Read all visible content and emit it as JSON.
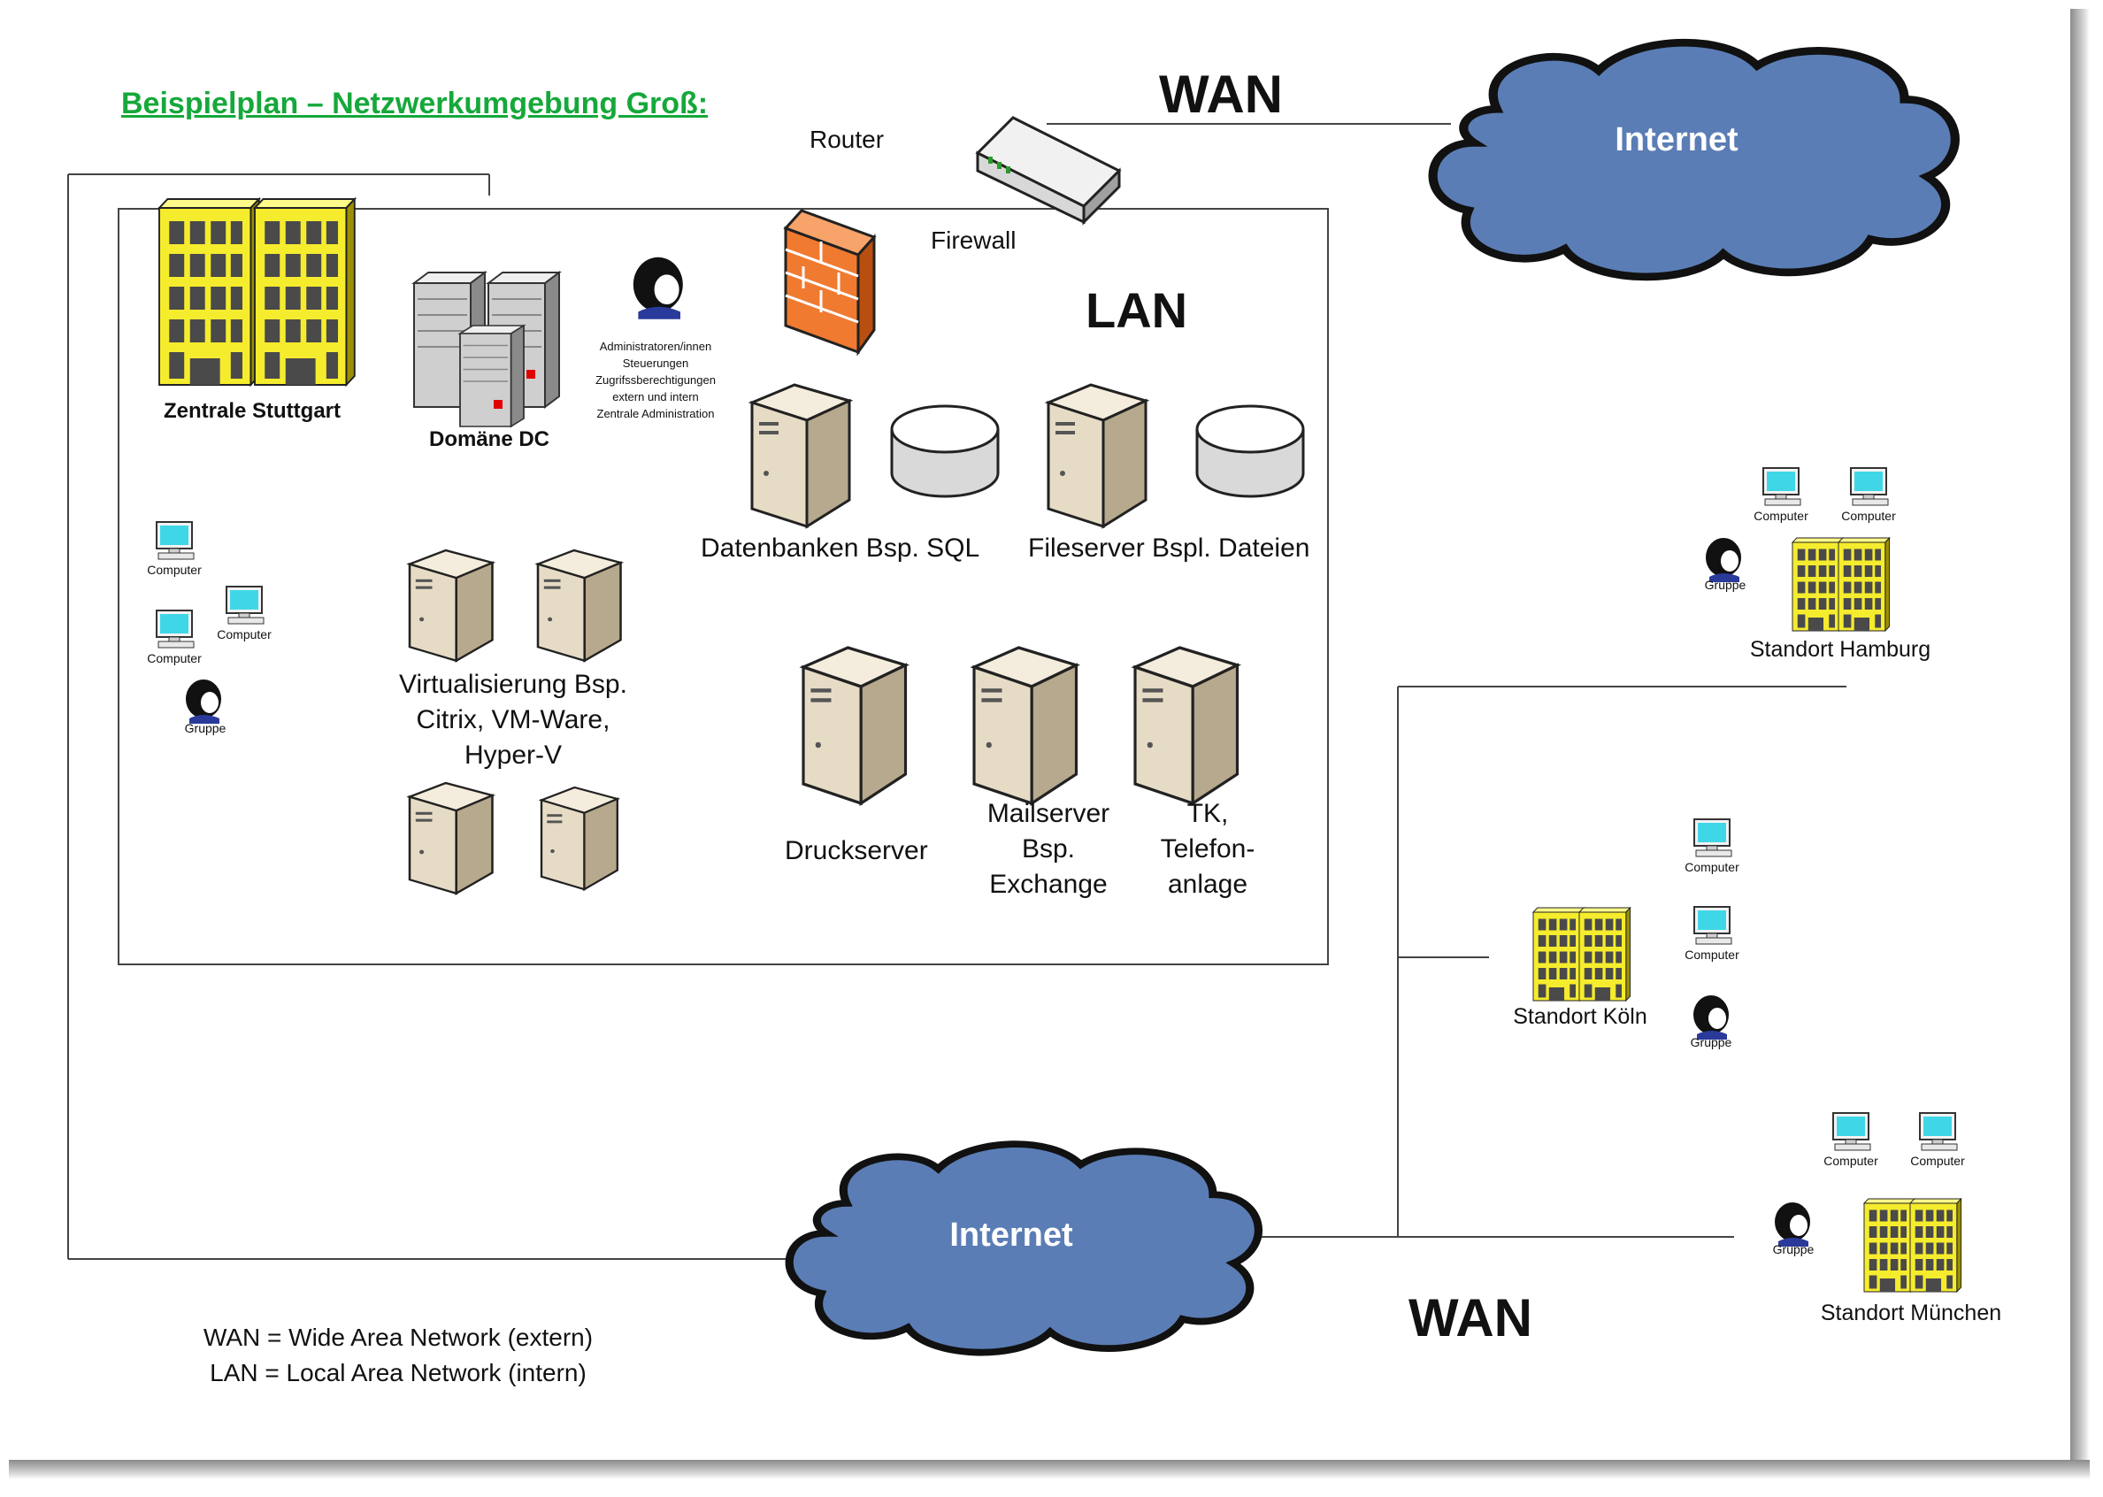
{
  "title": "Beispielplan – Netzwerkumgebung Groß:",
  "wan_label": "WAN",
  "lan_label": "LAN",
  "cloud_label": "Internet",
  "router_label": "Router",
  "firewall_label": "Firewall",
  "headquarters": {
    "label": "Zentrale Stuttgart"
  },
  "domain_controller": {
    "label": "Domäne DC"
  },
  "admin": {
    "lines": [
      "Administratoren/innen",
      "Steuerungen",
      "Zugrifssberechtigungen",
      "extern und intern",
      "Zentrale Administration"
    ]
  },
  "databases_label": "Datenbanken Bsp. SQL",
  "fileserver_label": "Fileserver Bspl. Dateien",
  "virtualization": {
    "lines": [
      "Virtualisierung Bsp.",
      "Citrix, VM-Ware,",
      "Hyper-V"
    ]
  },
  "printserver_label": "Druckserver",
  "mailserver": {
    "lines": [
      "Mailserver",
      "Bsp.",
      "Exchange"
    ]
  },
  "phone": {
    "lines": [
      "TK,",
      "Telefon-",
      "anlage"
    ]
  },
  "computer_label": "Computer",
  "group_label": "Gruppe",
  "sites": {
    "hamburg": "Standort Hamburg",
    "koeln": "Standort Köln",
    "muenchen": "Standort München"
  },
  "legend": {
    "wan": "WAN = Wide Area Network (extern)",
    "lan": "LAN = Local Area Network (intern)"
  },
  "colors": {
    "title": "#15a83a",
    "cloud": "#5b7db5",
    "building": "#f5ec2e",
    "firewall": "#f07a30",
    "monitor": "#3fd7e8",
    "lines": "#444444"
  }
}
